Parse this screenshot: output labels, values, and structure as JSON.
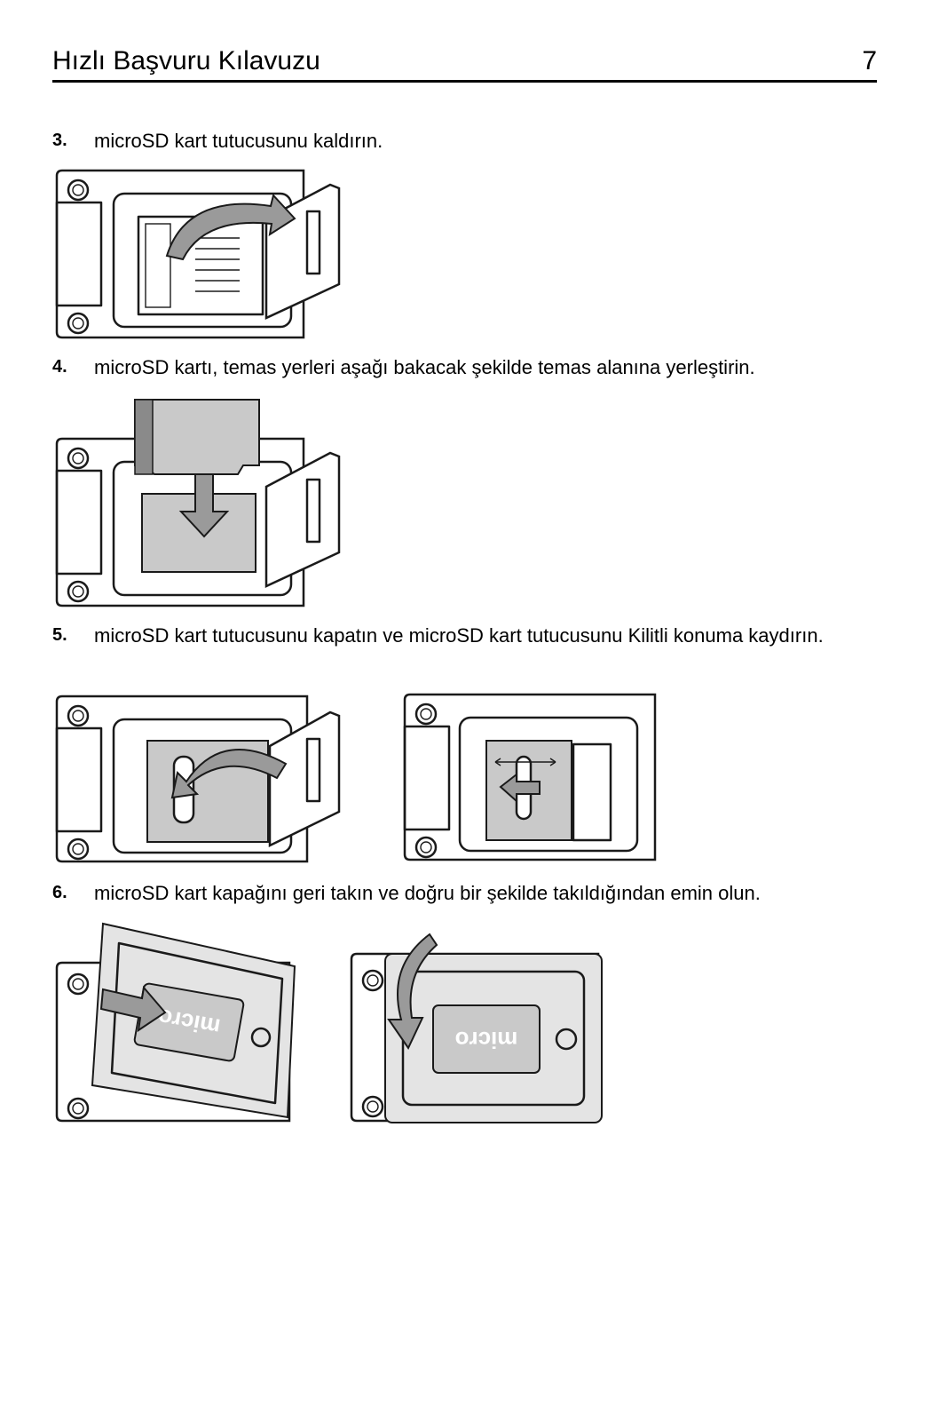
{
  "header": {
    "title": "Hızlı Başvuru Kılavuzu",
    "page_number": "7"
  },
  "steps": [
    {
      "number": "3.",
      "text": "microSD kart tutucusunu kaldırın."
    },
    {
      "number": "4.",
      "text": "microSD kartı, temas yerleri aşağı bakacak şekilde temas alanına yerleştirin."
    },
    {
      "number": "5.",
      "text": "microSD kart tutucusunu kapatın ve microSD kart tutucusunu Kilitli konuma kaydırın."
    },
    {
      "number": "6.",
      "text": "microSD kart kapağını geri takın ve doğru bir şekilde takıldığından emin olun."
    }
  ],
  "logos": {
    "microsd_logo_text": "micro"
  },
  "colors": {
    "text": "#000000",
    "illustration_gray": "#c9c9c9",
    "arrow_gray": "#9a9a9a"
  }
}
